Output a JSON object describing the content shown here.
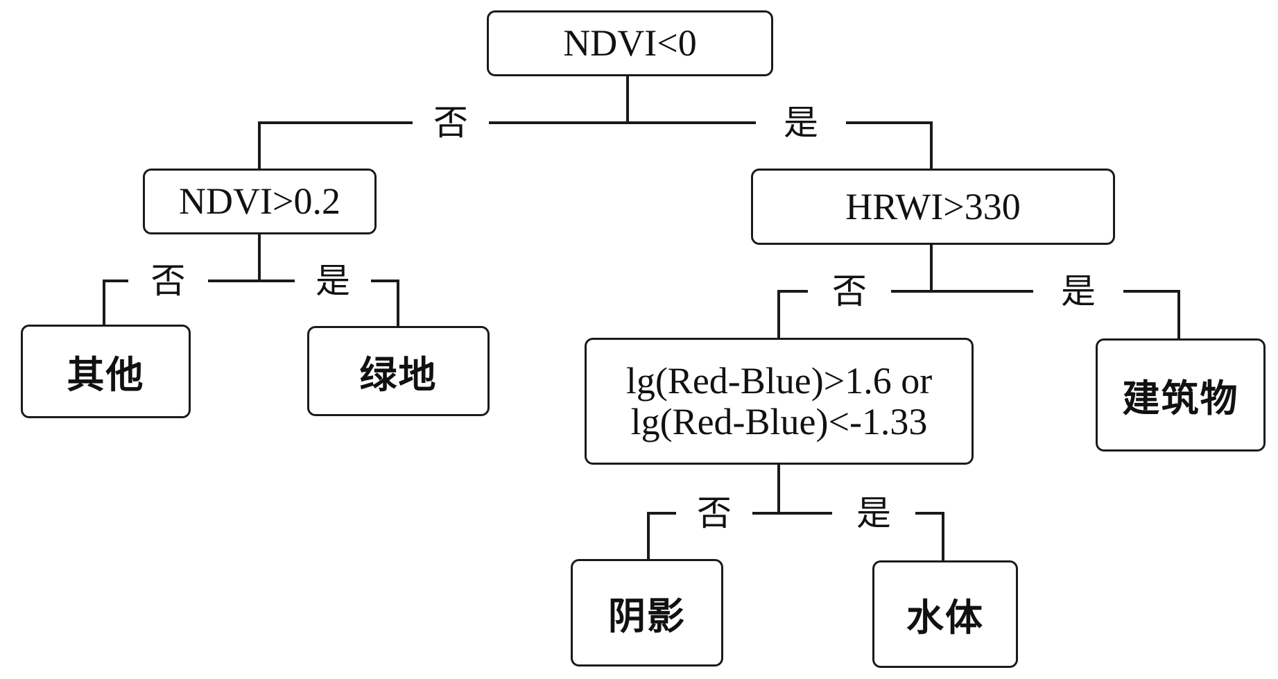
{
  "nodes": {
    "root": {
      "text": "NDVI<0"
    },
    "ndvi": {
      "text": "NDVI>0.2"
    },
    "hrwi": {
      "text": "HRWI>330"
    },
    "lg": {
      "line1": "lg(Red-Blue)>1.6 or",
      "line2": "lg(Red-Blue)<-1.33"
    },
    "other": {
      "text": "其他"
    },
    "green": {
      "text": "绿地"
    },
    "building": {
      "text": "建筑物"
    },
    "shadow": {
      "text": "阴影"
    },
    "water": {
      "text": "水体"
    }
  },
  "edge_labels": {
    "no": "否",
    "yes": "是"
  }
}
